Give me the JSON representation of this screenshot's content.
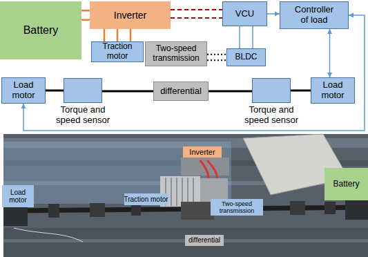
{
  "diagram": {
    "nodes": [
      {
        "text": [
          "Battery"
        ]
      },
      {
        "text": [
          "Inverter"
        ]
      },
      {
        "text": [
          "VCU"
        ]
      },
      {
        "text": [
          "Controller of load"
        ]
      },
      {
        "text": [
          "Traction motor"
        ]
      },
      {
        "text": [
          "Two-speed transmission"
        ]
      },
      {
        "text": [
          "BLDC"
        ]
      },
      {
        "text": [
          "Load motor"
        ]
      },
      {
        "text": [
          "Torque and speed sensor"
        ]
      },
      {
        "text": [
          "differential"
        ]
      },
      {
        "text": [
          "Torque and speed sensor"
        ]
      },
      {
        "text": [
          "Load motor"
        ]
      },
      {
        "text": [
          "Inverter"
        ]
      },
      {
        "text": [
          "Battery"
        ]
      },
      {
        "text": [
          "Load motor"
        ]
      },
      {
        "text": [
          "Traction motor"
        ]
      },
      {
        "text": [
          "Two-speed transmission"
        ]
      },
      {
        "text": [
          "differential"
        ]
      }
    ],
    "edges": [
      {
        "from": 0,
        "to": 1,
        "arrow": "none"
      },
      {
        "from": 1,
        "to": 4,
        "arrow": "none"
      },
      {
        "from": 1,
        "to": 2,
        "arrow": "none"
      },
      {
        "from": 2,
        "to": 6,
        "arrow": "none"
      },
      {
        "from": 5,
        "to": 6,
        "arrow": "none"
      },
      {
        "from": 2,
        "to": 3,
        "arrow": "to"
      },
      {
        "from": 3,
        "to": 11,
        "arrow": "both"
      },
      {
        "from": 3,
        "to": 7,
        "arrow": "both"
      },
      {
        "from": 7,
        "to": 8,
        "arrow": "none"
      },
      {
        "from": 8,
        "to": 9,
        "arrow": "none"
      },
      {
        "from": 9,
        "to": 10,
        "arrow": "none"
      },
      {
        "from": 10,
        "to": 11,
        "arrow": "none"
      }
    ]
  }
}
